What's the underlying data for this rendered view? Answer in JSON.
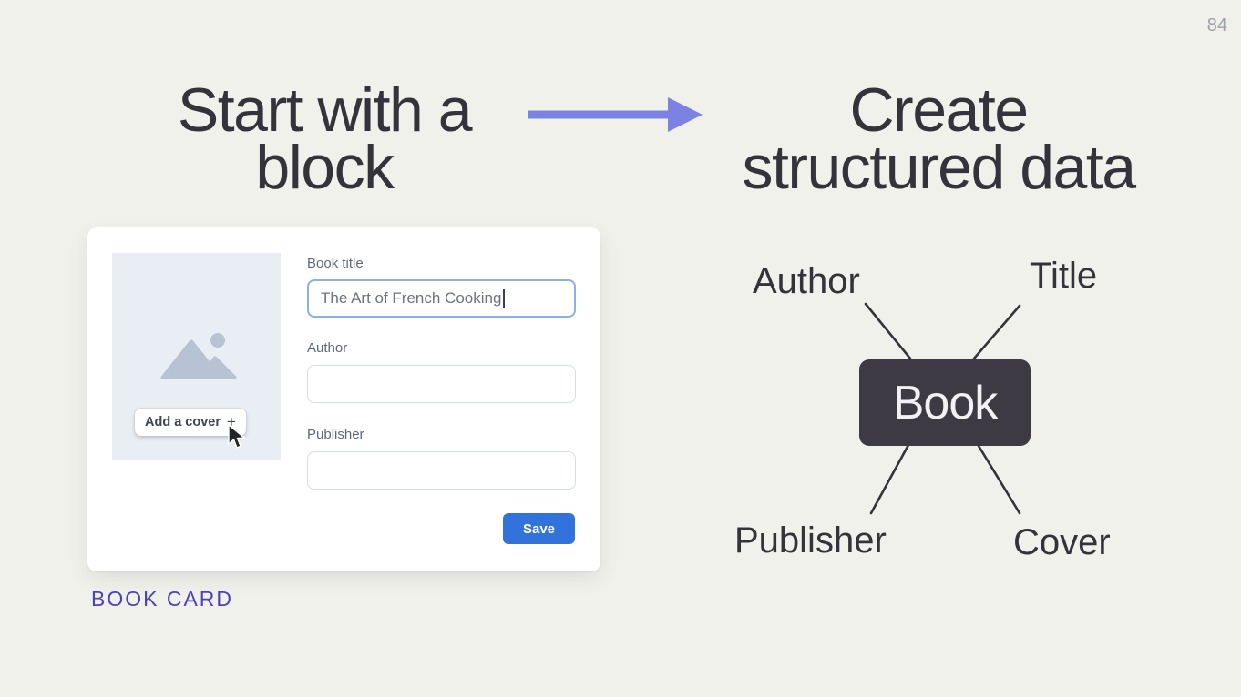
{
  "page": {
    "number": "84"
  },
  "headings": {
    "left": {
      "lines": [
        "Start with a",
        "block"
      ]
    },
    "right": {
      "lines": [
        "Create",
        "structured data"
      ]
    }
  },
  "card": {
    "caption": "BOOK CARD",
    "cover": {
      "button_label": "Add a cover",
      "plus_icon": "+"
    },
    "fields": [
      {
        "label": "Book title",
        "value": "The Art of French Cooking",
        "focused": true
      },
      {
        "label": "Author",
        "value": ""
      },
      {
        "label": "Publisher",
        "value": ""
      }
    ],
    "save_label": "Save"
  },
  "diagram": {
    "center_label": "Book",
    "nodes": [
      "Author",
      "Title",
      "Publisher",
      "Cover"
    ]
  },
  "icons": {
    "transform_arrow": "right-arrow",
    "image_placeholder": "mountain-landscape",
    "add_cover_plus": "plus",
    "mouse_cursor": "pointer-arrow",
    "text_caret": "caret-bar"
  },
  "colors": {
    "background": "#f0f1ea",
    "text_dark": "#34333b",
    "arrow_purple": "#7c82e1",
    "caption_purple": "#4c42bf",
    "save_blue": "#3173da",
    "book_box_dark": "#3e3a44",
    "cover_bg": "#e9edf4",
    "mountain_gray": "#b7c2d2",
    "input_border": "#d8dde3",
    "input_border_focused": "#8ab0e8",
    "field_label_gray": "#5d6976",
    "input_text_gray": "#6c737d",
    "page_number_gray": "#9da2a6"
  }
}
